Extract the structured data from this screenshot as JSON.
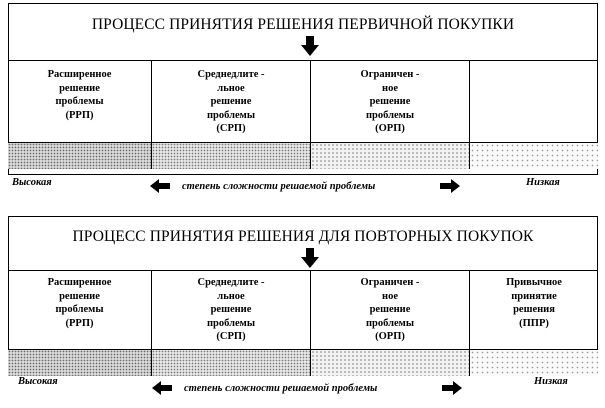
{
  "panels": [
    {
      "title": "ПРОЦЕСС ПРИНЯТИЯ РЕШЕНИЯ ПЕРВИЧНОЙ ПОКУПКИ",
      "cells": [
        "Расширенное\nрешение\nпроблемы\n(РРП)",
        "Среднедлите -\nльное\nрешение\nпроблемы\n(СРП)",
        "Ограничен -\nное\nрешение\nпроблемы\n(ОРП)",
        ""
      ],
      "high_label": "Высокая",
      "low_label": "Низкая",
      "scale_label": "степень сложности решаемой проблемы"
    },
    {
      "title": "ПРОЦЕСС ПРИНЯТИЯ РЕШЕНИЯ ДЛЯ ПОВТОРНЫХ ПОКУПОК",
      "cells": [
        "Расширенное\nрешение\nпроблемы\n(РРП)",
        "Среднедлите -\nльное\nрешение\nпроблемы\n(СРП)",
        "Ограничен -\nное\nрешение\nпроблемы\n(ОРП)",
        "Привычное\nпринятие\nрешения\n(ППР)"
      ],
      "high_label": "Высокая",
      "low_label": "Низкая",
      "scale_label": "степень сложности решаемой проблемы"
    }
  ]
}
